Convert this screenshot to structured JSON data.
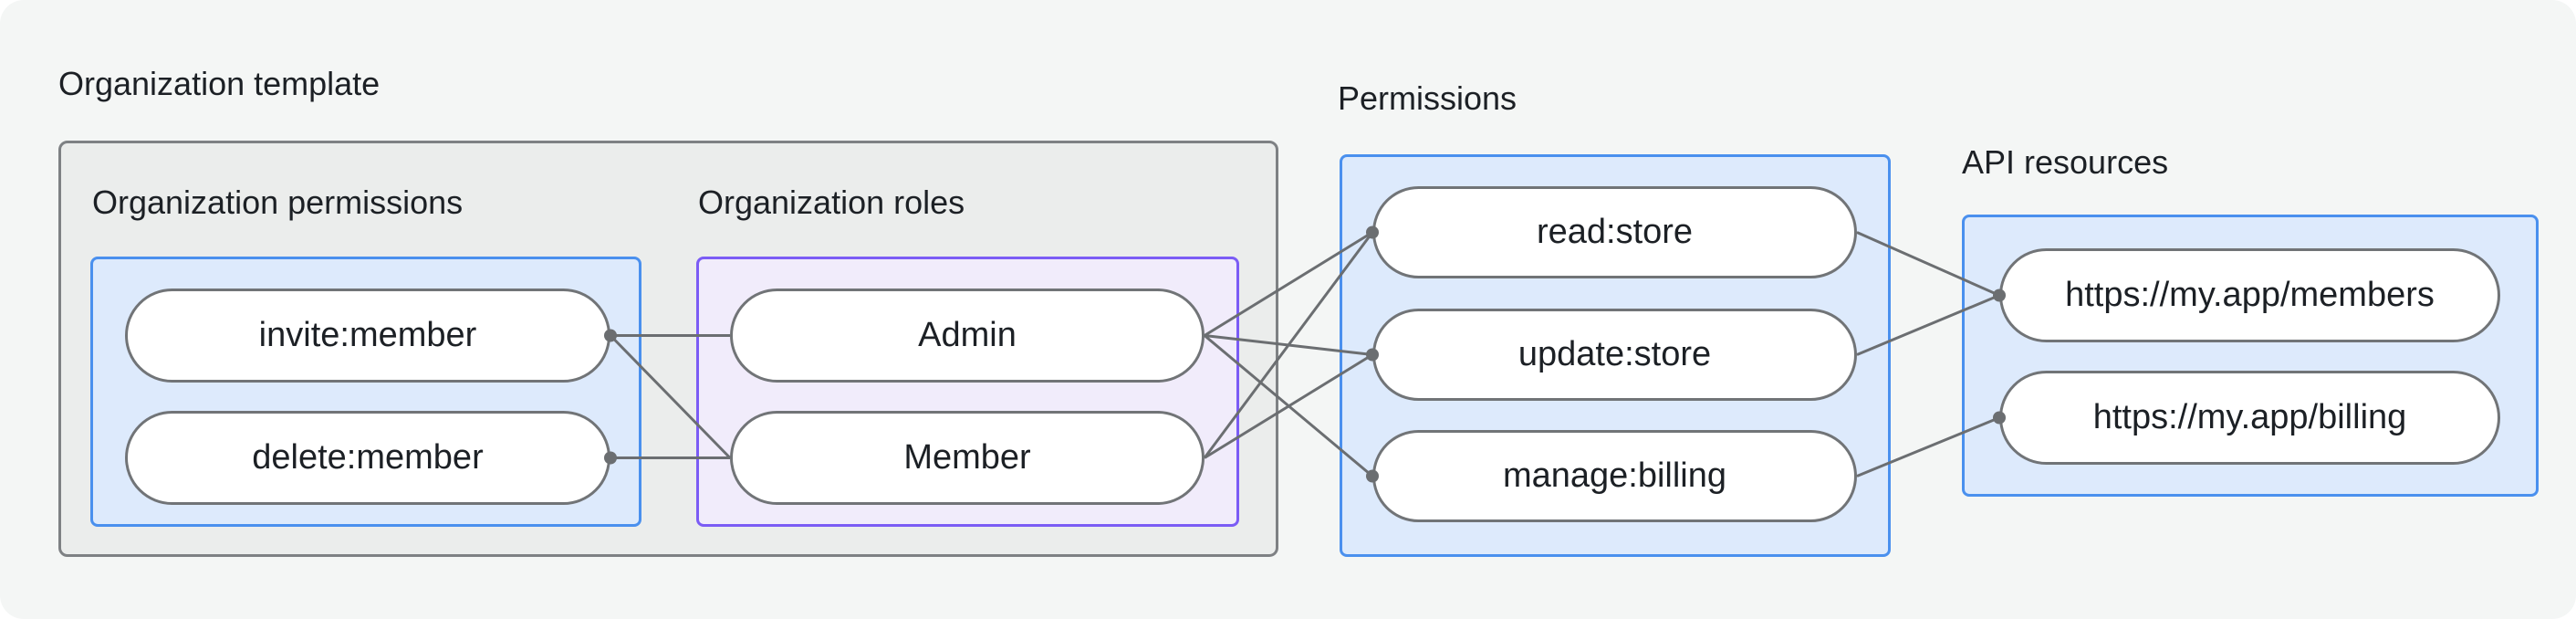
{
  "labels": {
    "org_template": "Organization template",
    "org_permissions": "Organization permissions",
    "org_roles": "Organization roles",
    "permissions": "Permissions",
    "api_resources": "API resources"
  },
  "nodes": {
    "invite": {
      "label": "invite:member",
      "group": "org_permissions",
      "dot": "right"
    },
    "delete": {
      "label": "delete:member",
      "group": "org_permissions",
      "dot": "right"
    },
    "admin": {
      "label": "Admin",
      "group": "org_roles",
      "dot": null
    },
    "member": {
      "label": "Member",
      "group": "org_roles",
      "dot": null
    },
    "read": {
      "label": "read:store",
      "group": "permissions",
      "dot": "left"
    },
    "update": {
      "label": "update:store",
      "group": "permissions",
      "dot": "left"
    },
    "manage": {
      "label": "manage:billing",
      "group": "permissions",
      "dot": "left"
    },
    "members_api": {
      "label": "https://my.app/members",
      "group": "api_resources",
      "dot": "left"
    },
    "billing_api": {
      "label": "https://my.app/billing",
      "group": "api_resources",
      "dot": "left"
    }
  },
  "edges": [
    {
      "from": "invite",
      "to": "admin"
    },
    {
      "from": "invite",
      "to": "member"
    },
    {
      "from": "delete",
      "to": "member"
    },
    {
      "from": "admin",
      "to": "read"
    },
    {
      "from": "admin",
      "to": "update"
    },
    {
      "from": "admin",
      "to": "manage"
    },
    {
      "from": "member",
      "to": "read"
    },
    {
      "from": "member",
      "to": "update"
    },
    {
      "from": "read",
      "to": "members_api"
    },
    {
      "from": "update",
      "to": "members_api"
    },
    {
      "from": "manage",
      "to": "billing_api"
    }
  ],
  "colors": {
    "canvas_bg": "#f4f6f5",
    "text": "#1c2025",
    "gray_fill": "#ebedec",
    "gray_border": "#7e8184",
    "blue_fill": "#ddeafc",
    "blue_border": "#4a90ee",
    "purple_fill": "#f1ecfb",
    "purple_border": "#7b5cf5",
    "pill_fill": "#ffffff",
    "pill_border": "#717477",
    "edge": "#6b6e71"
  }
}
